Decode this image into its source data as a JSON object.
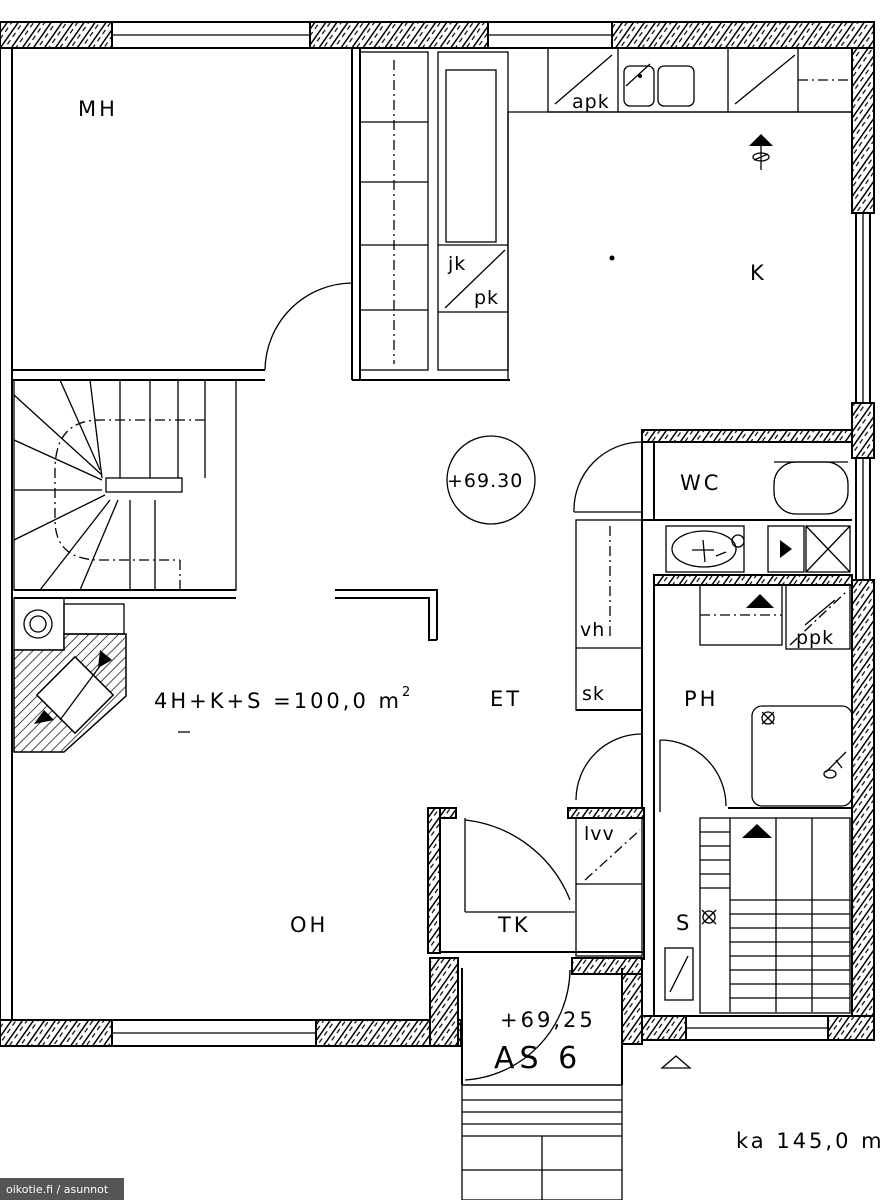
{
  "rooms": {
    "mh": "MH",
    "k": "K",
    "wc": "WC",
    "et": "ET",
    "ph": "PH",
    "oh": "OH",
    "tk": "TK",
    "s": "S"
  },
  "fixtures": {
    "apk": "apk",
    "jk": "jk",
    "pk": "pk",
    "ppk": "ppk",
    "vh": "vh",
    "sk": "sk",
    "lvv": "lvv"
  },
  "levels": {
    "floor": "+69.30",
    "entrance": "+69,25"
  },
  "apartment": {
    "id": "AS 6",
    "formula": "4H+K+S =100,0 m",
    "formula_sup": "2",
    "note": "ka 145,0 m"
  },
  "credit": "oikotie.fi / asunnot"
}
